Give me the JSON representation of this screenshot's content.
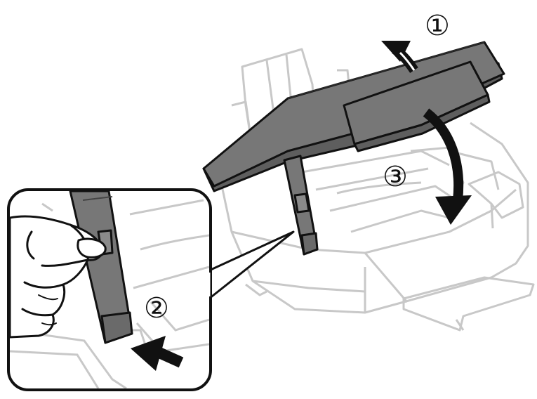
{
  "steps": [
    {
      "label": "①"
    },
    {
      "label": "②"
    },
    {
      "label": "③"
    }
  ],
  "colors": {
    "outline": "#c8c8c8",
    "cover_fill": "#777777",
    "cover_stroke": "#111111",
    "arrow": "#111111",
    "skin": "#ffffff"
  },
  "icons": {
    "open_arrow": "curved-up-arrow-icon",
    "push_arrow": "push-arrow-icon",
    "close_arrow": "curved-down-arrow-icon"
  }
}
